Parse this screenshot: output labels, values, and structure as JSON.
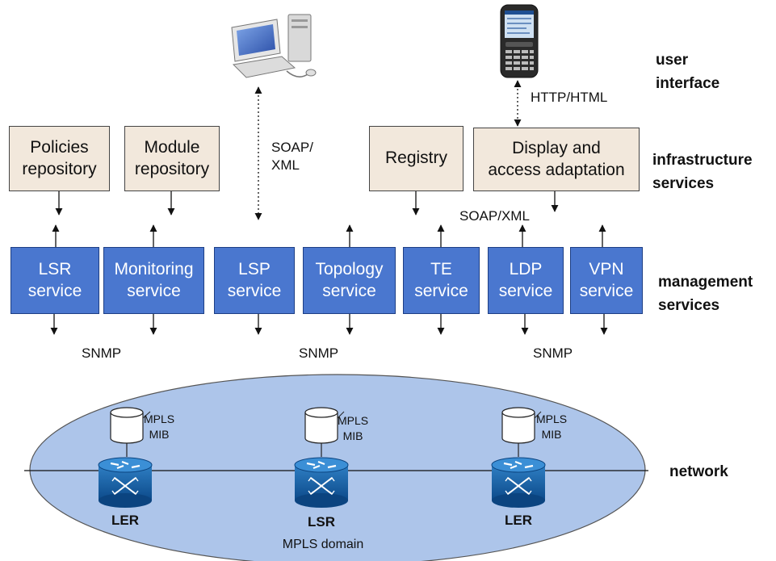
{
  "layers": {
    "user": "user\ninterface",
    "infrastructure": "infrastructure\nservices",
    "management": "management\nservices",
    "network": "network"
  },
  "infrastructure_boxes": {
    "policies": "Policies\nrepository",
    "module": "Module\nrepository",
    "registry": "Registry",
    "display": "Display and\naccess adaptation"
  },
  "management_boxes": {
    "lsr": "LSR\nservice",
    "monitoring": "Monitoring\nservice",
    "lsp": "LSP\nservice",
    "topology": "Topology\nservice",
    "te": "TE\nservice",
    "ldp": "LDP\nservice",
    "vpn": "VPN\nservice"
  },
  "protocols": {
    "soap_xml_left": "SOAP/\nXML",
    "http_html": "HTTP/HTML",
    "soap_xml_right": "SOAP/XML",
    "snmp_1": "SNMP",
    "snmp_2": "SNMP",
    "snmp_3": "SNMP"
  },
  "network": {
    "mib_1": "MPLS\nMIB",
    "mib_2": "MPLS\nMIB",
    "mib_3": "MPLS\nMIB",
    "router_1": "LER",
    "router_2": "LSR",
    "router_3": "LER",
    "domain": "MPLS domain"
  },
  "icons": {
    "desktop": "desktop-computer-icon",
    "phone": "smartphone-icon",
    "database": "database-cylinder-icon",
    "router": "router-icon"
  },
  "colors": {
    "infrastructure_box": "#f2e8dc",
    "management_box": "#4a77cf",
    "network_domain": "#adc5ea"
  }
}
